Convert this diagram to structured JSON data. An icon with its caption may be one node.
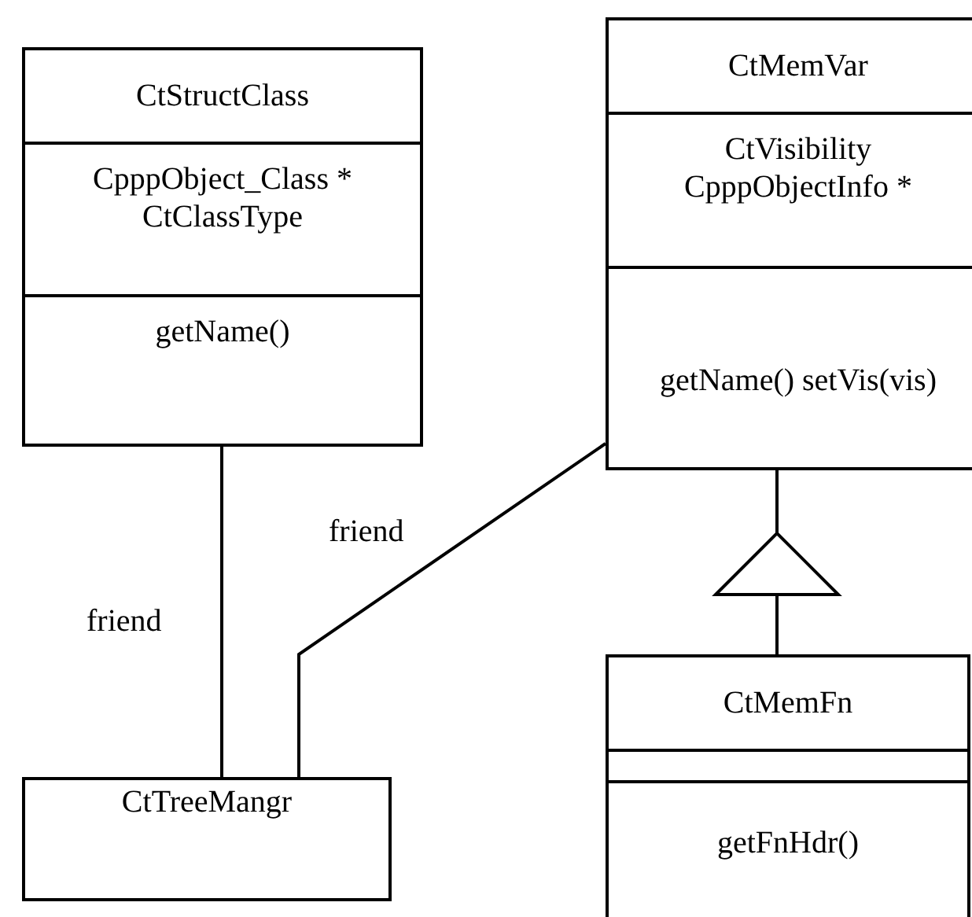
{
  "diagram": {
    "nodes": [
      {
        "text": [
          "CtStructClass",
          "CpppObject_Class * CtClassType",
          "getName()"
        ]
      },
      {
        "text": [
          "CtMemVar",
          "CtVisibility CpppObjectInfo *",
          "getName() setVis(vis)"
        ]
      },
      {
        "text": [
          "CtTreeMangr"
        ]
      },
      {
        "text": [
          "CtMemFn",
          "getFnHdr()"
        ]
      }
    ],
    "edges": [
      {
        "from": 0,
        "to": 2,
        "arrow": "none",
        "label": "friend"
      },
      {
        "from": 1,
        "to": 2,
        "arrow": "none",
        "label": "friend"
      },
      {
        "from": 3,
        "to": 1,
        "arrow": "to"
      }
    ]
  }
}
